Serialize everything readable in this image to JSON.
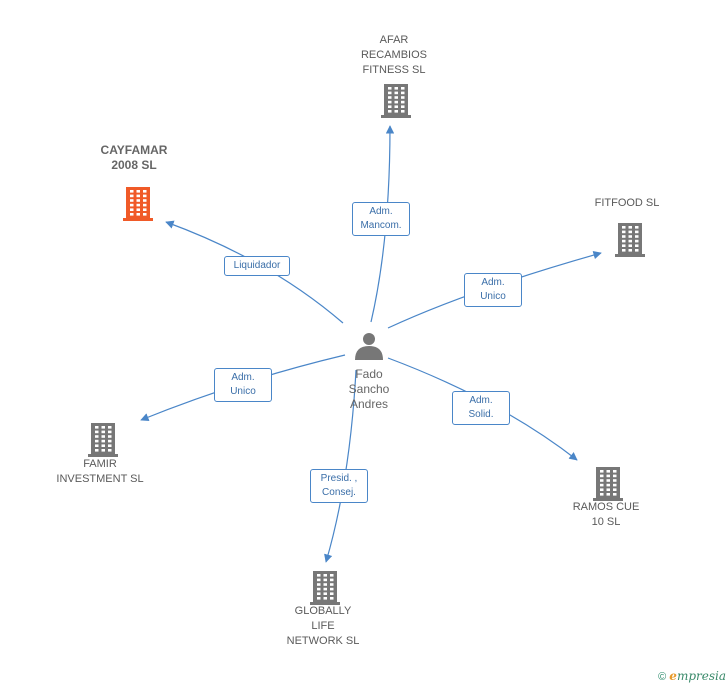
{
  "person": {
    "name_lines": [
      "Fado",
      "Sancho",
      "Andres"
    ]
  },
  "companies": [
    {
      "id": "afar",
      "lines": [
        "AFAR",
        "RECAMBIOS",
        "FITNESS SL"
      ],
      "highlight": false
    },
    {
      "id": "cayfamar",
      "lines": [
        "CAYFAMAR",
        "2008 SL"
      ],
      "highlight": true
    },
    {
      "id": "fitfood",
      "lines": [
        "FITFOOD SL"
      ],
      "highlight": false
    },
    {
      "id": "famir",
      "lines": [
        "FAMIR",
        "INVESTMENT SL"
      ],
      "highlight": false
    },
    {
      "id": "ramos",
      "lines": [
        "RAMOS CUE",
        "10 SL"
      ],
      "highlight": false
    },
    {
      "id": "globally",
      "lines": [
        "GLOBALLY",
        "LIFE",
        "NETWORK SL"
      ],
      "highlight": false
    }
  ],
  "edges": [
    {
      "to": "afar",
      "lines": [
        "Adm.",
        "Mancom."
      ]
    },
    {
      "to": "cayfamar",
      "lines": [
        "Liquidador"
      ]
    },
    {
      "to": "fitfood",
      "lines": [
        "Adm.",
        "Unico"
      ]
    },
    {
      "to": "famir",
      "lines": [
        "Adm.",
        "Unico"
      ]
    },
    {
      "to": "ramos",
      "lines": [
        "Adm.",
        "Solid."
      ]
    },
    {
      "to": "globally",
      "lines": [
        "Presid. ,",
        "Consej."
      ]
    }
  ],
  "footer": {
    "copyright_symbol": "©",
    "brand_first": "e",
    "brand_rest": "mpresia"
  },
  "colors": {
    "edge": "#4a86c8",
    "building": "#777777",
    "building_highlight": "#f05a28",
    "person": "#777777"
  }
}
